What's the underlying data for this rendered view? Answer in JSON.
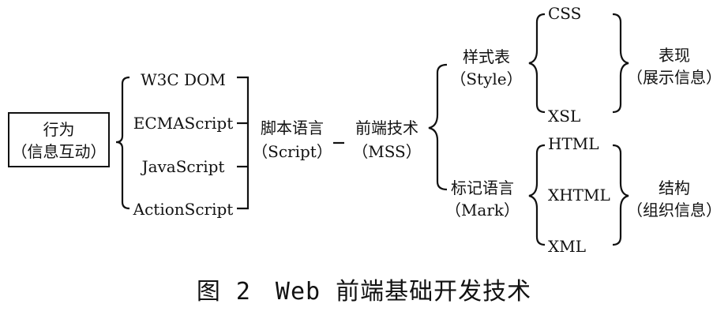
{
  "root": {
    "line1": "行为",
    "line2": "（信息互动）"
  },
  "languages": [
    "W3C DOM",
    "ECMAScript",
    "JavaScript",
    "ActionScript"
  ],
  "script_node": {
    "line1": "脚本语言",
    "line2": "（Script）"
  },
  "dash": "–",
  "frontend": {
    "line1": "前端技术",
    "line2": "（MSS）"
  },
  "style_node": {
    "line1": "样式表",
    "line2": "（Style）"
  },
  "style_items": [
    "CSS",
    "XSL"
  ],
  "mark_node": {
    "line1": "标记语言",
    "line2": "（Mark）"
  },
  "mark_items": [
    "HTML",
    "XHTML",
    "XML"
  ],
  "presentation": {
    "line1": "表现",
    "line2": "（展示信息）"
  },
  "structure": {
    "line1": "结构",
    "line2": "（组织信息）"
  },
  "caption": "图 2　Web 前端基础开发技术",
  "colors": {
    "ink": "#111111",
    "background": "#ffffff"
  }
}
